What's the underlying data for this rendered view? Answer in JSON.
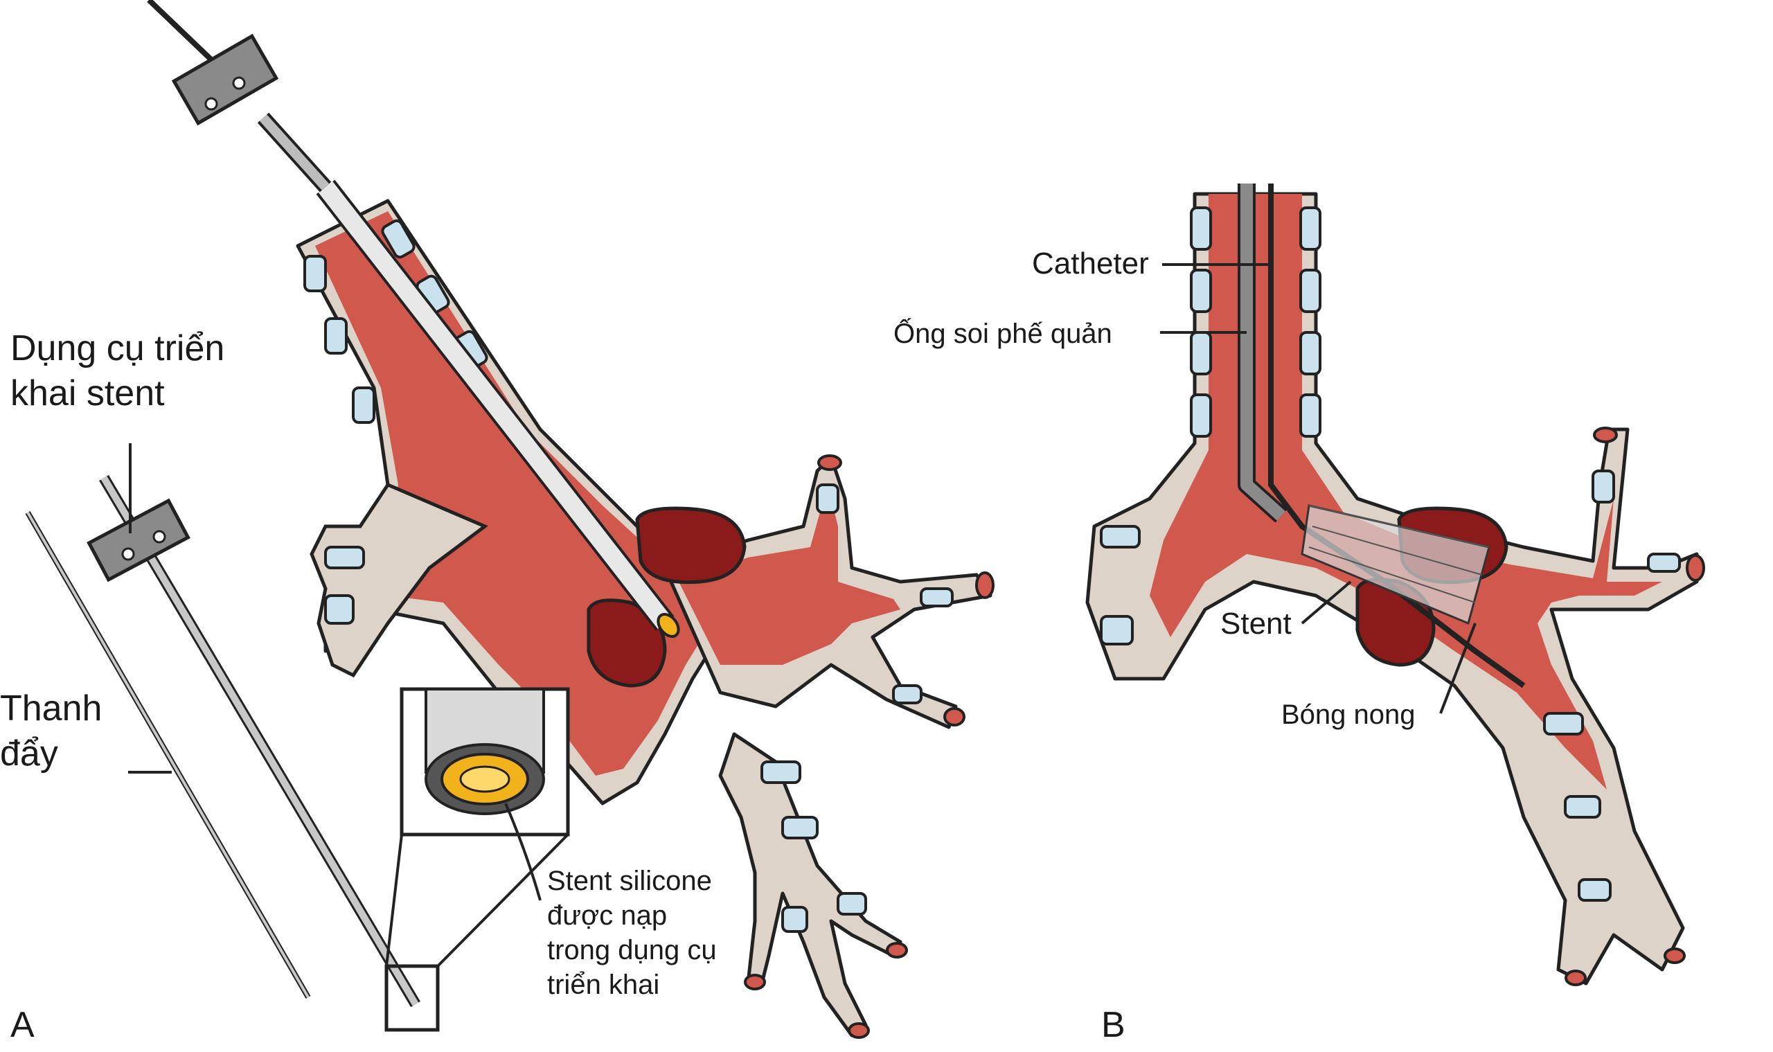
{
  "panel_a": {
    "letter": "A",
    "deployer_label": [
      "Dụng cụ triển",
      "khai stent"
    ],
    "pusher_label": [
      "Thanh",
      "đẩy"
    ],
    "stent_label": [
      "Stent silicone",
      "được nạp",
      "trong dụng cụ",
      "triển khai"
    ]
  },
  "panel_b": {
    "letter": "B",
    "catheter_label": "Catheter",
    "bronchoscope_label": "Ống soi phế quản",
    "stent_label": "Stent",
    "balloon_label": "Bóng nong"
  },
  "colors": {
    "airway_lumen": "#d0584c",
    "cartilage": "#c9e2ee",
    "outer_tissue": "#ddd3c8",
    "tumor": "#8b1a1a",
    "stent_gold": "#f2b21c",
    "instrument_gray": "#8a8a8a"
  }
}
